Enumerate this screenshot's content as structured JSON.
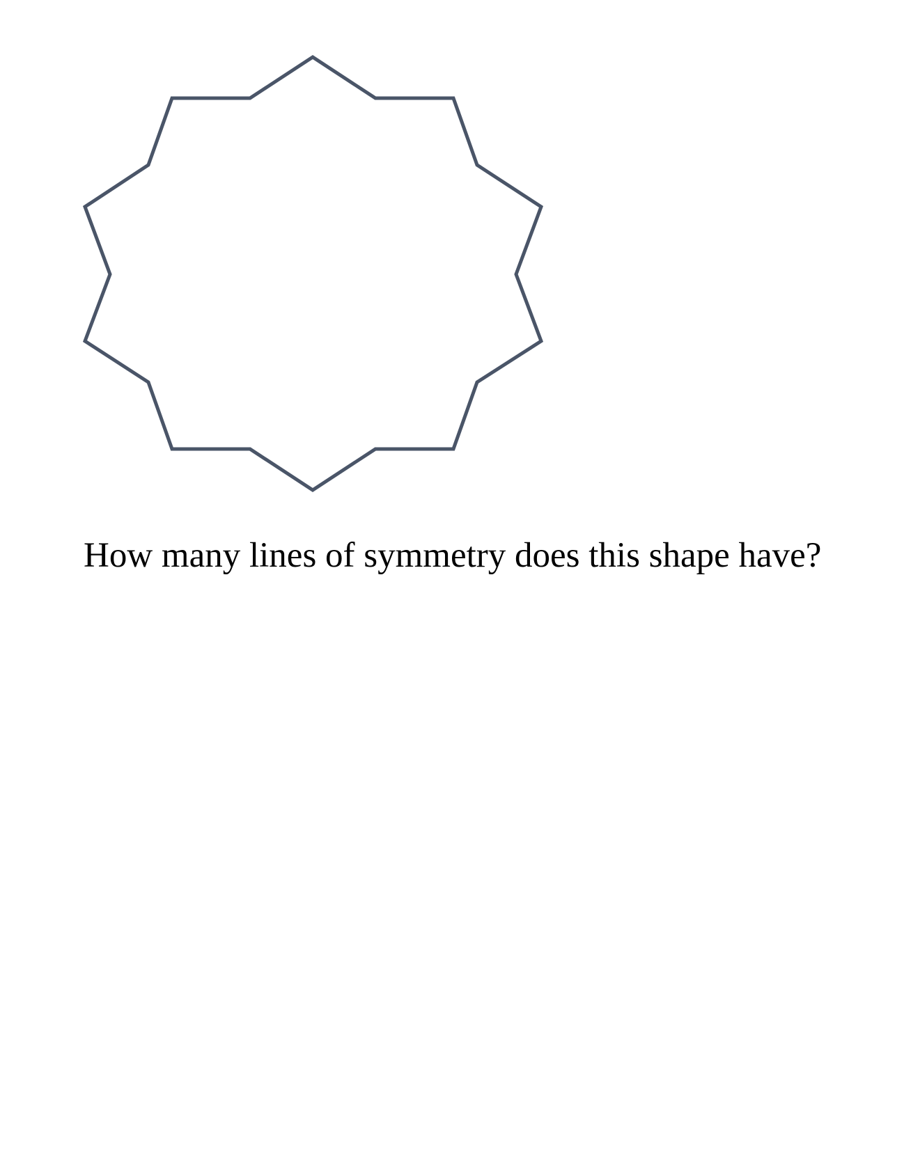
{
  "question": {
    "text": "How many lines of symmetry does this shape have?"
  },
  "shape": {
    "type": "star-polygon",
    "points": 10,
    "stroke_color": "#4a5568",
    "fill_color": "#ffffff"
  }
}
